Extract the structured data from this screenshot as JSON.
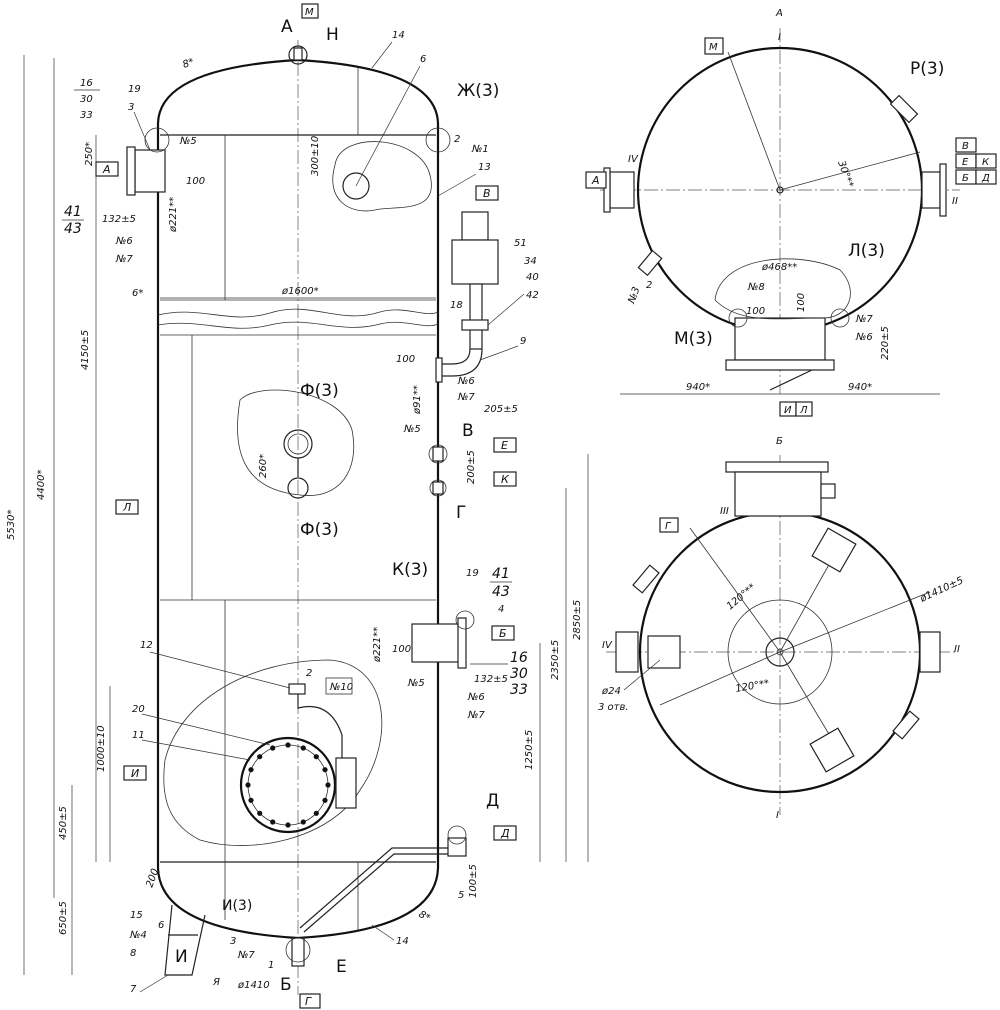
{
  "views": {
    "a_label": "А",
    "b_label": "Б"
  },
  "main": {
    "nozzles": {
      "n": "Н",
      "zh": "Ж(3)",
      "v": "В",
      "g": "Г",
      "k": "К(3)",
      "f_top": "Ф(3)",
      "f_bottom": "Ф(3)",
      "d": "Д",
      "i": "И",
      "i3": "И(3)",
      "e": "Е",
      "b": "Б",
      "a_top": "А"
    },
    "refs": {
      "m_box": "М",
      "a_box": "А",
      "v_box": "В",
      "e_box": "Е",
      "k_box": "К",
      "l_box": "Л",
      "b_box": "Б",
      "i_box": "И",
      "d_box": "Д",
      "g_box": "Г",
      "ya": "Я"
    },
    "dims": {
      "d5530": "5530*",
      "d4400": "4400*",
      "d4150": "4150±5",
      "d1600": "ø1600*",
      "d250": "250*",
      "d100a": "100",
      "d132a": "132±5",
      "d221a": "ø221**",
      "d6": "6*",
      "d8a": "8*",
      "d300": "300±10",
      "d100b": "100",
      "d91": "ø91**",
      "d205": "205±5",
      "d200": "200±5",
      "d260": "260*",
      "d2850": "2850±5",
      "d2350": "2350±5",
      "d221b": "ø221**",
      "d100c": "100",
      "d132b": "132±5",
      "d1250": "1250±5",
      "d1000": "1000±10",
      "d450": "450±5",
      "d650": "650±5",
      "d200b": "200",
      "d100d": "100±5",
      "d1410": "ø1410",
      "d8b": "8*"
    },
    "leaders": {
      "l14": "14",
      "l6": "6",
      "l13": "13",
      "l16": "16",
      "l30": "30",
      "l33": "33",
      "l19": "19",
      "l3": "3",
      "l41": "41",
      "l43": "43",
      "l51": "51",
      "l34": "34",
      "l40": "40",
      "l42": "42",
      "l18": "18",
      "l9": "9",
      "l19b": "19",
      "l41b": "41",
      "l43b": "43",
      "l4": "4",
      "l16b": "16",
      "l30b": "30",
      "l33b": "33",
      "l12": "12",
      "l20": "20",
      "l11": "11",
      "l15": "15",
      "l6b": "6",
      "l8": "8",
      "l7": "7",
      "l1": "1",
      "l5": "5",
      "l14b": "14",
      "l2": "2",
      "l2b": "2",
      "l3b": "3"
    },
    "nums": {
      "n5a": "№5",
      "n6a": "№6",
      "n7a": "№7",
      "n1": "№1",
      "n6b": "№6",
      "n7b": "№7",
      "n5b": "№5",
      "n10": "№10",
      "n5c": "№5",
      "n6c": "№6",
      "n7c": "№7",
      "n4": "№4",
      "n7d": "№7"
    }
  },
  "view_a": {
    "title": "А",
    "labels": {
      "m": "М",
      "r3": "Р(3)",
      "a": "А",
      "v": "В",
      "e": "Е",
      "k": "К",
      "b": "Б",
      "d": "Д",
      "l3": "Л(3)",
      "m3": "М(3)",
      "i": "И",
      "l": "Л",
      "roman1": "I",
      "roman2": "II",
      "roman4": "IV"
    },
    "dims": {
      "angle30": "30°**",
      "d468": "ø468**",
      "d100": "100",
      "d100b": "100",
      "d220": "220±5",
      "d940l": "940*",
      "d940r": "940*",
      "n8": "№8",
      "n7": "№7",
      "n6": "№6",
      "n3": "№3",
      "l2": "2"
    }
  },
  "view_b": {
    "title": "Б",
    "labels": {
      "g": "Г",
      "roman1": "I",
      "roman2": "II",
      "roman3": "III",
      "roman4": "IV"
    },
    "dims": {
      "a120a": "120°**",
      "a120b": "120°**",
      "d1410": "ø1410±5",
      "d24": "ø24",
      "holes": "3 отв."
    }
  }
}
